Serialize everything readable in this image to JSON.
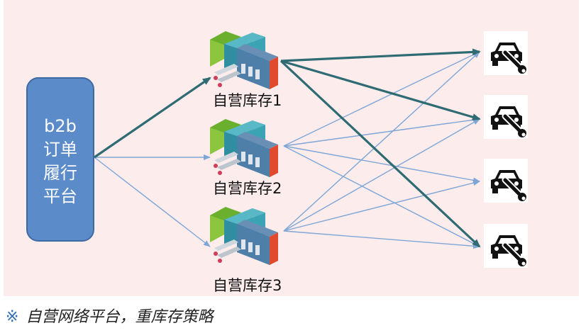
{
  "platform": {
    "lines": [
      "b2b",
      "订单",
      "履行",
      "平台"
    ]
  },
  "warehouses": [
    {
      "label": "自营库存1"
    },
    {
      "label": "自营库存2"
    },
    {
      "label": "自营库存3"
    }
  ],
  "destinations": [
    {
      "icon": "car-repair-icon"
    },
    {
      "icon": "car-repair-icon"
    },
    {
      "icon": "car-repair-icon"
    },
    {
      "icon": "car-repair-icon"
    }
  ],
  "edges": {
    "platform_to_warehouse": [
      {
        "to": 0,
        "weight": "heavy"
      },
      {
        "to": 1,
        "weight": "light"
      },
      {
        "to": 2,
        "weight": "light"
      }
    ],
    "warehouse_to_destination": [
      {
        "from": 0,
        "to": 0,
        "weight": "heavy"
      },
      {
        "from": 0,
        "to": 1,
        "weight": "heavy"
      },
      {
        "from": 0,
        "to": 3,
        "weight": "heavy"
      },
      {
        "from": 1,
        "to": 0,
        "weight": "light"
      },
      {
        "from": 1,
        "to": 1,
        "weight": "light"
      },
      {
        "from": 1,
        "to": 2,
        "weight": "light"
      },
      {
        "from": 1,
        "to": 3,
        "weight": "light"
      },
      {
        "from": 2,
        "to": 0,
        "weight": "light"
      },
      {
        "from": 2,
        "to": 1,
        "weight": "light"
      },
      {
        "from": 2,
        "to": 2,
        "weight": "light"
      },
      {
        "from": 2,
        "to": 3,
        "weight": "light"
      }
    ]
  },
  "colors": {
    "background": "#fcecec",
    "platform_fill": "#5b8bc8",
    "platform_border": "#3e6aa3",
    "heavy_arrow": "#2f6b73",
    "light_arrow": "#7ea6d6"
  },
  "caption": {
    "mark": "※",
    "text": "自营网络平台，重库存策略"
  }
}
